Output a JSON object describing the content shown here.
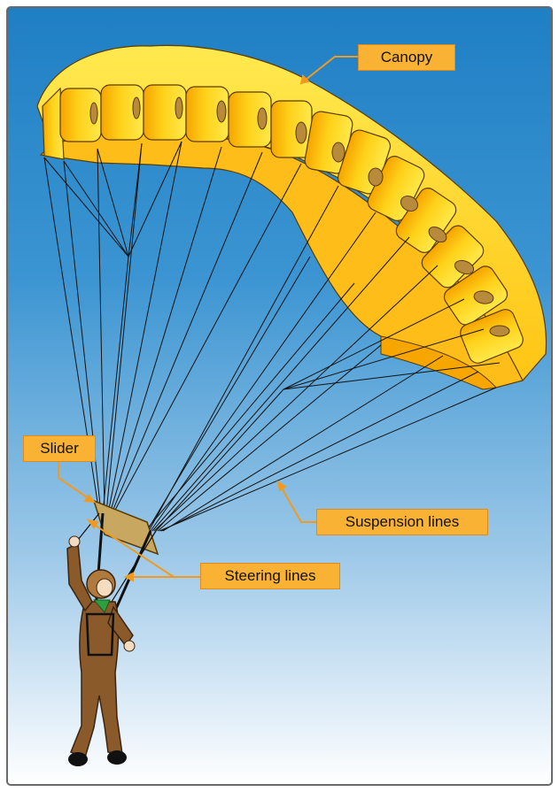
{
  "labels": {
    "canopy": "Canopy",
    "slider": "Slider",
    "suspension_lines": "Suspension lines",
    "steering_lines": "Steering lines"
  },
  "colors": {
    "sky_top": "#1f7fc4",
    "sky_bottom": "#ffffff",
    "canopy_light": "#ffe11a",
    "canopy_dark": "#f7a600",
    "callout_fill": "#f9b233",
    "callout_border": "#e08a1e",
    "jumpsuit": "#8a5a2b",
    "slider": "#c8a860"
  },
  "icons": [
    "parachute-canopy",
    "skydiver"
  ]
}
